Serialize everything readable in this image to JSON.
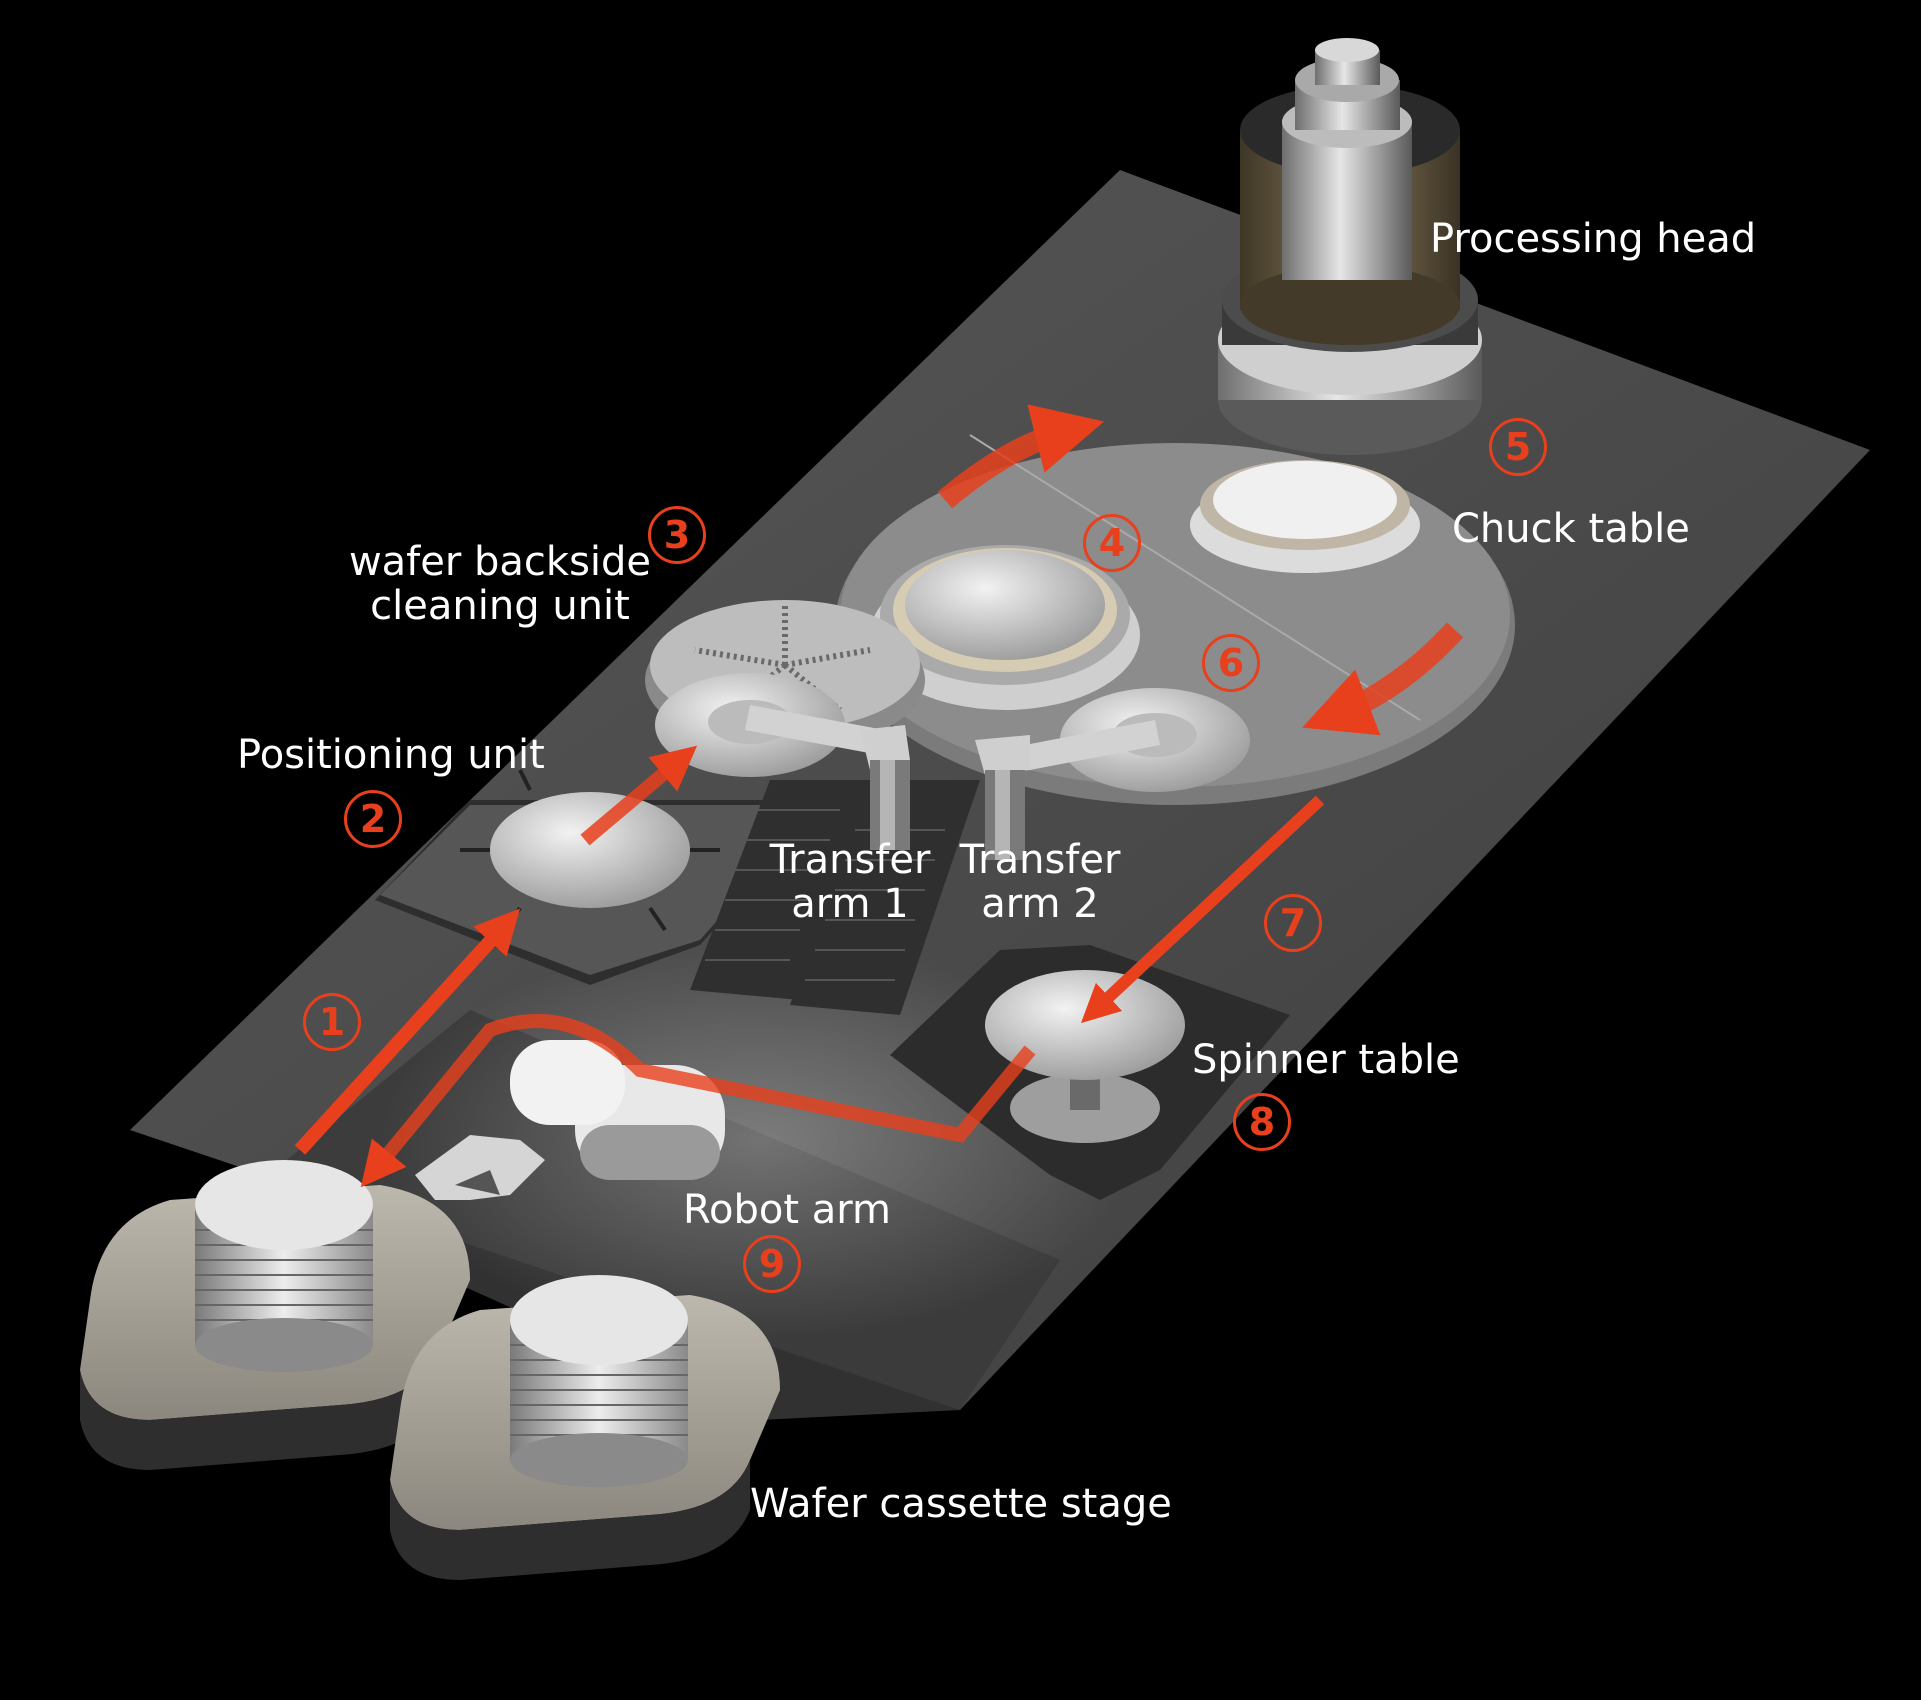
{
  "labels": {
    "processing_head": "Processing head",
    "chuck_table": "Chuck table",
    "wafer_backside_line1": "wafer backside",
    "wafer_backside_line2": "cleaning unit",
    "positioning_unit": "Positioning unit",
    "transfer_arm_1_line1": "Transfer",
    "transfer_arm_1_line2": "arm 1",
    "transfer_arm_2_line1": "Transfer",
    "transfer_arm_2_line2": "arm 2",
    "spinner_table": "Spinner table",
    "robot_arm": "Robot arm",
    "wafer_cassette_stage": "Wafer cassette stage"
  },
  "steps": {
    "s1": "1",
    "s2": "2",
    "s3": "3",
    "s4": "4",
    "s5": "5",
    "s6": "6",
    "s7": "7",
    "s8": "8",
    "s9": "9"
  },
  "colors": {
    "background": "#000000",
    "accent_red": "#e8401c",
    "platform_gray": "#4a4a4a",
    "label_white": "#ffffff"
  }
}
